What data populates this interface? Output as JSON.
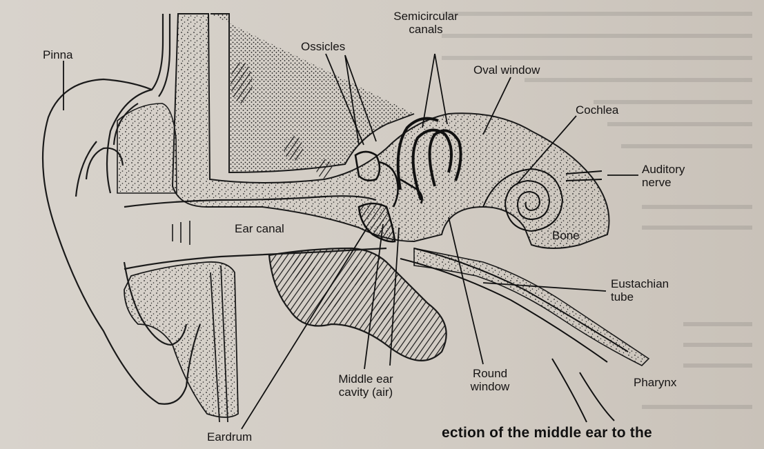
{
  "figure": {
    "labels": {
      "pinna": "Pinna",
      "ossicles": "Ossicles",
      "semicircular_canals": [
        "Semicircular",
        "canals"
      ],
      "oval_window": "Oval window",
      "cochlea": "Cochlea",
      "auditory_nerve": [
        "Auditory",
        "nerve"
      ],
      "ear_canal": "Ear canal",
      "bone": "Bone",
      "eustachian_tube": [
        "Eustachian",
        "tube"
      ],
      "middle_ear_cavity": [
        "Middle ear",
        "cavity (air)"
      ],
      "round_window": [
        "Round",
        "window"
      ],
      "pharynx": "Pharynx",
      "eardrum": "Eardrum"
    },
    "caption_fragment": "ection of the middle ear to the"
  },
  "colors": {
    "ink": "#161414",
    "paper": "#d5cfc8"
  }
}
